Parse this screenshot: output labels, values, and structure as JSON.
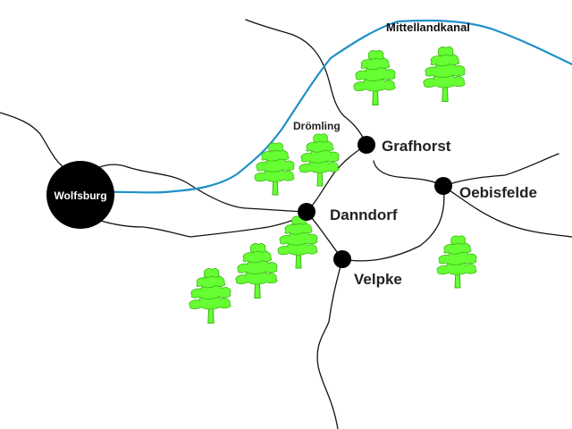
{
  "colors": {
    "canal": "#1e90c8",
    "road": "#111111",
    "tree": "#66ff33",
    "city_dot": "#000000",
    "background": "#ffffff"
  },
  "canal": {
    "label": "Mittellandkanal"
  },
  "region": {
    "label": "Drömling"
  },
  "cities": {
    "wolfsburg": "Wolfsburg",
    "grafhorst": "Grafhorst",
    "danndorf": "Danndorf",
    "oebisfelde": "Oebisfelde",
    "velpke": "Velpke"
  },
  "icons": {
    "tree": "tree-icon",
    "city": "city-marker"
  }
}
